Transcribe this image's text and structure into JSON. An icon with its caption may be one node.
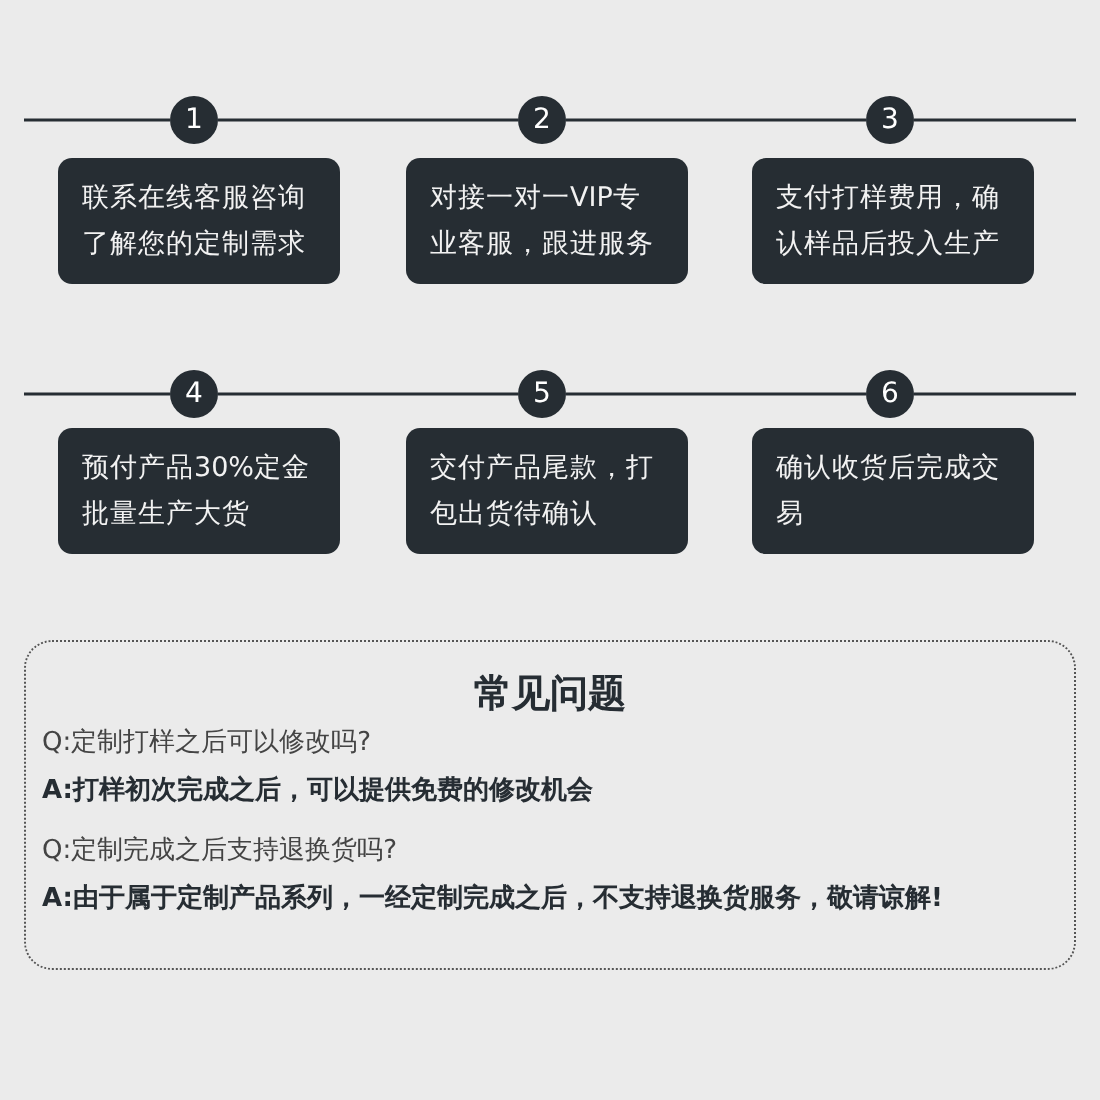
{
  "diagram": {
    "nodes": [
      {
        "text": [
          "1"
        ]
      },
      {
        "text": [
          "2"
        ]
      },
      {
        "text": [
          "3"
        ]
      },
      {
        "text": [
          "联系在线客服咨询了解您的定制需求"
        ]
      },
      {
        "text": [
          "对接一对一VIP专业客服，跟进服务"
        ]
      },
      {
        "text": [
          "支付打样费用，确认样品后投入生产"
        ]
      },
      {
        "text": [
          "4"
        ]
      },
      {
        "text": [
          "5"
        ]
      },
      {
        "text": [
          "6"
        ]
      },
      {
        "text": [
          "预付产品30%定金批量生产大货"
        ]
      },
      {
        "text": [
          "交付产品尾款，打包出货待确认"
        ]
      },
      {
        "text": [
          "确认收货后完成交易"
        ]
      },
      {
        "text": [
          "常见问题",
          "Q:定制打样之后可以修改吗?",
          "A:打样初次完成之后，可以提供免费的修改机会",
          "Q:定制完成之后支持退换货吗?",
          "A:由于属于定制产品系列，一经定制完成之后，不支持退换货服务，敬请谅解!"
        ]
      }
    ],
    "edges": [
      {
        "from": 0,
        "to": 1,
        "arrow": "none"
      },
      {
        "from": 1,
        "to": 2,
        "arrow": "none"
      },
      {
        "from": 6,
        "to": 7,
        "arrow": "none"
      },
      {
        "from": 7,
        "to": 8,
        "arrow": "none"
      }
    ]
  }
}
